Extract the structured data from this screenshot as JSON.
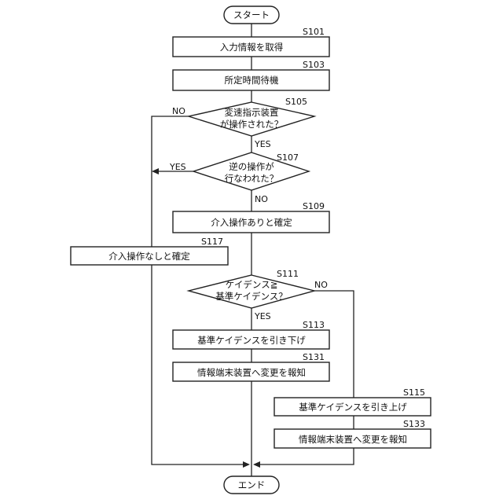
{
  "start": "スタート",
  "end": "エンド",
  "steps": {
    "s101": {
      "id": "S101",
      "label": "入力情報を取得"
    },
    "s103": {
      "id": "S103",
      "label": "所定時間待機"
    },
    "s105": {
      "id": "S105",
      "line1": "変速指示装置",
      "line2": "が操作された？"
    },
    "s107": {
      "id": "S107",
      "line1": "逆の操作が",
      "line2": "行なわれた？"
    },
    "s109": {
      "id": "S109",
      "label": "介入操作ありと確定"
    },
    "s117": {
      "id": "S117",
      "label": "介入操作なしと確定"
    },
    "s111": {
      "id": "S111",
      "line1": "ケイデンス≧",
      "line2": "基準ケイデンス？"
    },
    "s113": {
      "id": "S113",
      "label": "基準ケイデンスを引き下げ"
    },
    "s131": {
      "id": "S131",
      "label": "情報端末装置へ変更を報知"
    },
    "s115": {
      "id": "S115",
      "label": "基準ケイデンスを引き上げ"
    },
    "s133": {
      "id": "S133",
      "label": "情報端末装置へ変更を報知"
    }
  },
  "branches": {
    "s105_no": "NO",
    "s105_yes": "YES",
    "s107_yes": "YES",
    "s107_no": "NO",
    "s111_no": "NO",
    "s111_yes": "YES"
  }
}
